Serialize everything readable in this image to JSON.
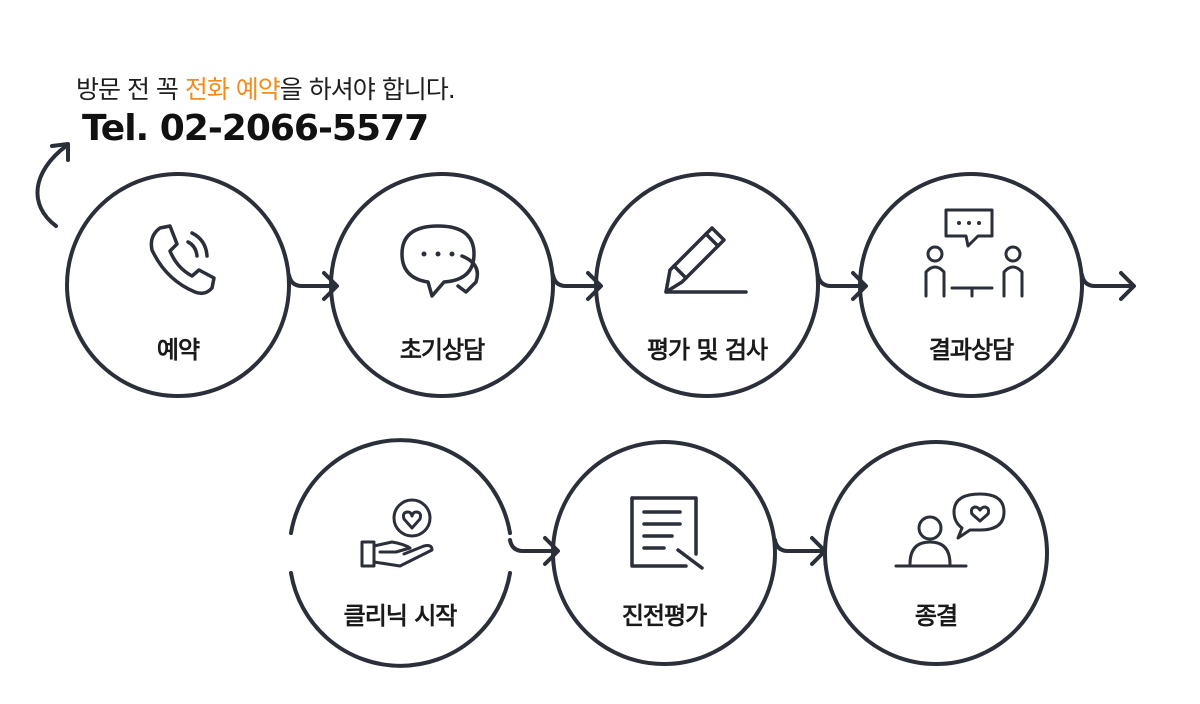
{
  "notice": {
    "before": "방문 전 꼭 ",
    "highlight": "전화 예약",
    "after": "을 하셔야 합니다."
  },
  "tel": "Tel. 02-2066-5577",
  "colors": {
    "stroke": "#2b2f3a",
    "highlight": "#f28c1e",
    "text": "#1a1a1a"
  },
  "steps": [
    {
      "label": "예약",
      "icon": "phone-icon"
    },
    {
      "label": "초기상담",
      "icon": "chat-bubbles-icon"
    },
    {
      "label": "평가 및 검사",
      "icon": "pencil-icon"
    },
    {
      "label": "결과상담",
      "icon": "consultation-icon"
    },
    {
      "label": "클리닉 시작",
      "icon": "caring-hand-icon"
    },
    {
      "label": "진전평가",
      "icon": "document-icon"
    },
    {
      "label": "종결",
      "icon": "person-heart-bubble-icon"
    }
  ]
}
